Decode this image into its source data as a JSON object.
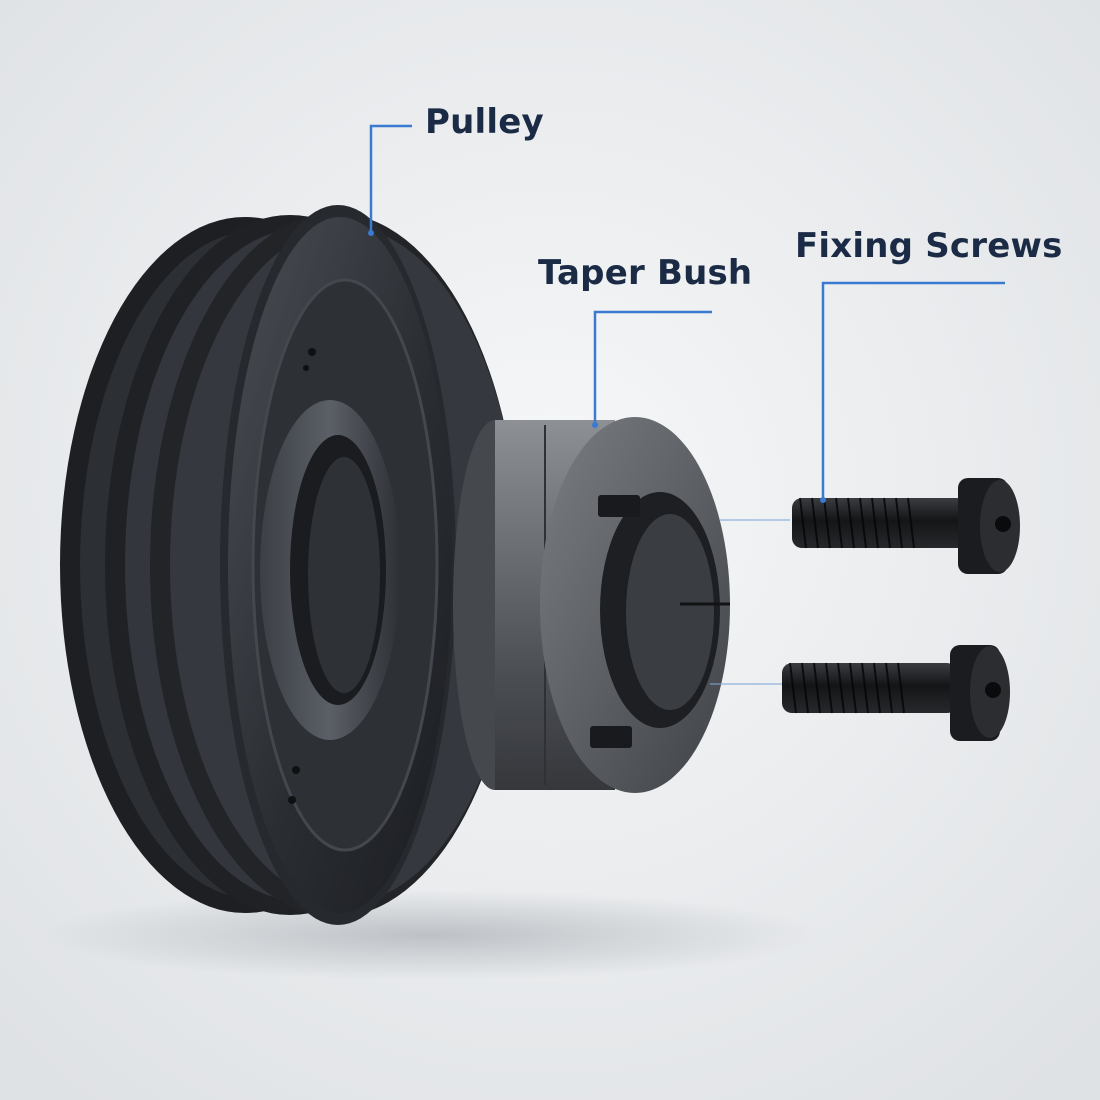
{
  "labels": {
    "pulley": "Pulley",
    "taper_bush": "Taper Bush",
    "fixing_screws": "Fixing Screws"
  },
  "colors": {
    "background": "#eceef0",
    "label_text": "#1b2b45",
    "leader_line": "#3a7ad1",
    "pulley_body": "#2b2e33",
    "bush_metal": "#6d7075",
    "screw_black": "#1a1b1e"
  }
}
